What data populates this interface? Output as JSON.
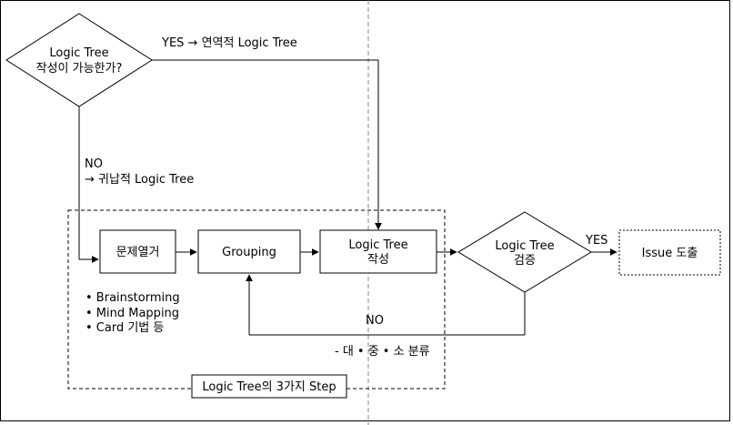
{
  "decision1": {
    "line1": "Logic Tree",
    "line2": "작성이 가능한가?"
  },
  "yes_branch": "YES → 연역적 Logic Tree",
  "no_branch": {
    "line1": "NO",
    "line2": "→ 귀납적 Logic Tree"
  },
  "steps": {
    "step1": "문제열거",
    "step2": "Grouping",
    "step3": {
      "line1": "Logic Tree",
      "line2": "작성"
    }
  },
  "decision2": {
    "line1": "Logic Tree",
    "line2": "검증"
  },
  "yes2": "YES",
  "result": "Issue 도출",
  "methods": [
    "• Brainstorming",
    "• Mind Mapping",
    "• Card 기법 등"
  ],
  "feedback_no": "NO",
  "classification": "- 대 • 중 • 소 분류",
  "group_title": "Logic Tree의 3가지 Step"
}
